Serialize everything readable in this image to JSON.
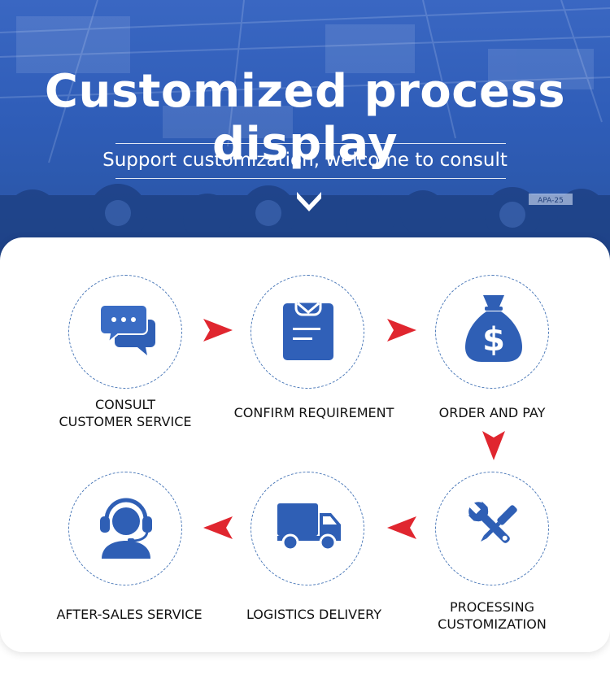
{
  "hero": {
    "title": "Customized process display",
    "subtitle": "Support customization, welcome to consult",
    "machine_plate": "APA-25"
  },
  "steps": [
    {
      "id": "consult",
      "line1": "CONSULT",
      "line2": "CUSTOMER SERVICE",
      "icon": "chat-bubbles-icon"
    },
    {
      "id": "confirm",
      "line1": "CONFIRM REQUIREMENT",
      "icon": "clipboard-icon"
    },
    {
      "id": "order",
      "line1": "ORDER AND PAY",
      "icon": "money-bag-icon"
    },
    {
      "id": "processing",
      "line1": "PROCESSING",
      "line2": "CUSTOMIZATION",
      "icon": "wrench-screwdriver-icon"
    },
    {
      "id": "logistics",
      "line1": "LOGISTICS DELIVERY",
      "icon": "truck-icon"
    },
    {
      "id": "aftersales",
      "line1": "AFTER-SALES SERVICE",
      "icon": "headset-agent-icon"
    }
  ],
  "colors": {
    "hero_blue": "#2f5db8",
    "icon_blue": "#3060b8",
    "arrow_red": "#e0262f",
    "circle_border": "#4a78b8"
  }
}
